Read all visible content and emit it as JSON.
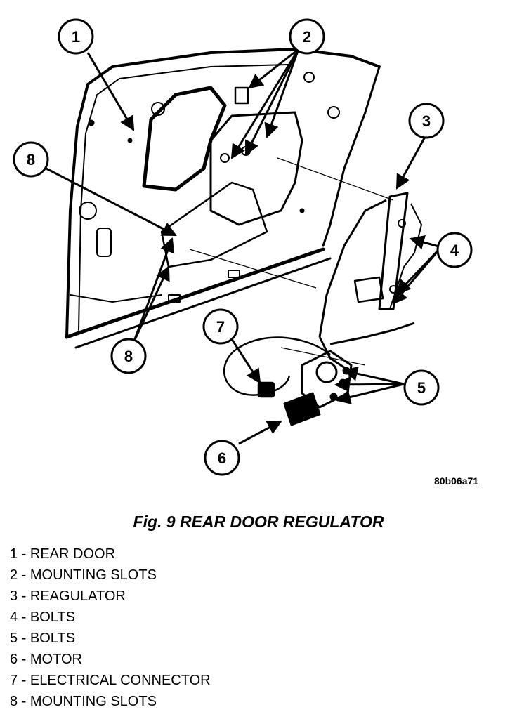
{
  "figure_code": "80b06a71",
  "caption": "Fig. 9 REAR DOOR REGULATOR",
  "callouts": [
    "1",
    "2",
    "3",
    "4",
    "5",
    "6",
    "7",
    "8"
  ],
  "legend": [
    {
      "number": "1",
      "text": "1 - REAR DOOR"
    },
    {
      "number": "2",
      "text": "2 - MOUNTING SLOTS"
    },
    {
      "number": "3",
      "text": "3 - REAGULATOR"
    },
    {
      "number": "4",
      "text": "4 - BOLTS"
    },
    {
      "number": "5",
      "text": "5 - BOLTS"
    },
    {
      "number": "6",
      "text": "6 - MOTOR"
    },
    {
      "number": "7",
      "text": "7 - ELECTRICAL CONNECTOR"
    },
    {
      "number": "8",
      "text": "8 - MOUNTING SLOTS"
    }
  ]
}
